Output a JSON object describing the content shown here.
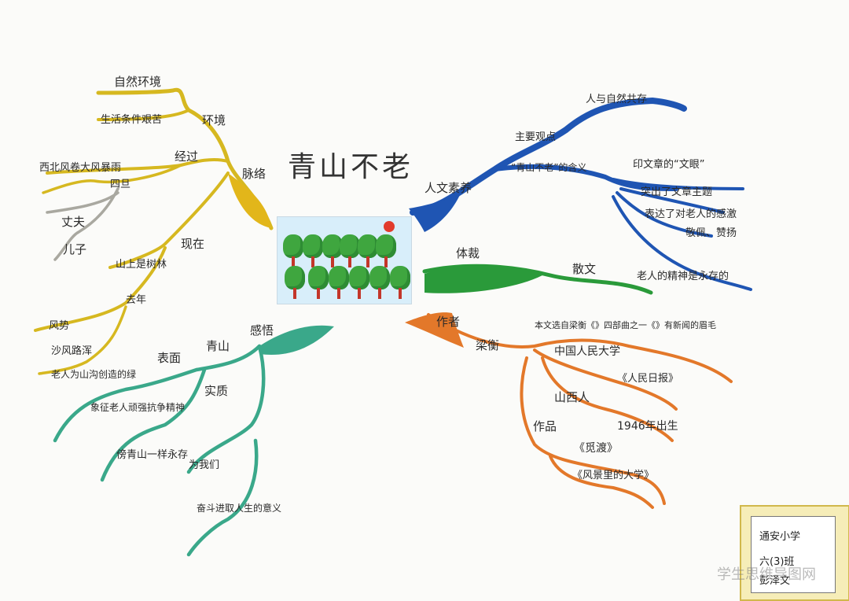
{
  "title": "青山不老",
  "branches": {
    "mailuo": {
      "color": "#d6b820",
      "main": "脉络",
      "items": [
        "环境",
        "自然环境",
        "生活条件艰苦",
        "经过",
        "西北风卷大风暴雨",
        "四旦",
        "丈夫",
        "儿子",
        "现在",
        "山上是树林",
        "去年",
        "风势",
        "沙风路浑"
      ]
    },
    "renwen": {
      "color": "#1f55b3",
      "main": "人文素养",
      "items": [
        "主要观点",
        "人与自然共存",
        "“青山不老”的含义",
        "印文章的“文眼”",
        "突出了文章主题",
        "表达了对老人的感激",
        "敬佩、赞扬",
        "老人的精神是永存的"
      ]
    },
    "ticai": {
      "color": "#2a9a3a",
      "main": "体裁",
      "items": [
        "散文"
      ]
    },
    "zuozhe": {
      "color": "#e3782a",
      "main": "作者",
      "items": [
        "梁衡",
        "中国人民大学",
        "《人民日报》",
        "山西人",
        "1946年出生",
        "作品",
        "《觅渡》",
        "《风景里的大学》",
        "本文选自梁衡《》四部曲之一《》有新闻的眉毛"
      ]
    },
    "ganwu": {
      "color": "#3aa88a",
      "main": "感悟",
      "items": [
        "青山",
        "表面",
        "老人为山沟创造的绿",
        "实质",
        "象征老人顽强抗争精神",
        "傍青山一样永存",
        "为我们",
        "奋斗进取人生的意义"
      ]
    }
  },
  "stamp": {
    "school": "通安小学",
    "class": "六(3)班",
    "name": "彭泽文"
  },
  "watermark": "学生思维导图网"
}
